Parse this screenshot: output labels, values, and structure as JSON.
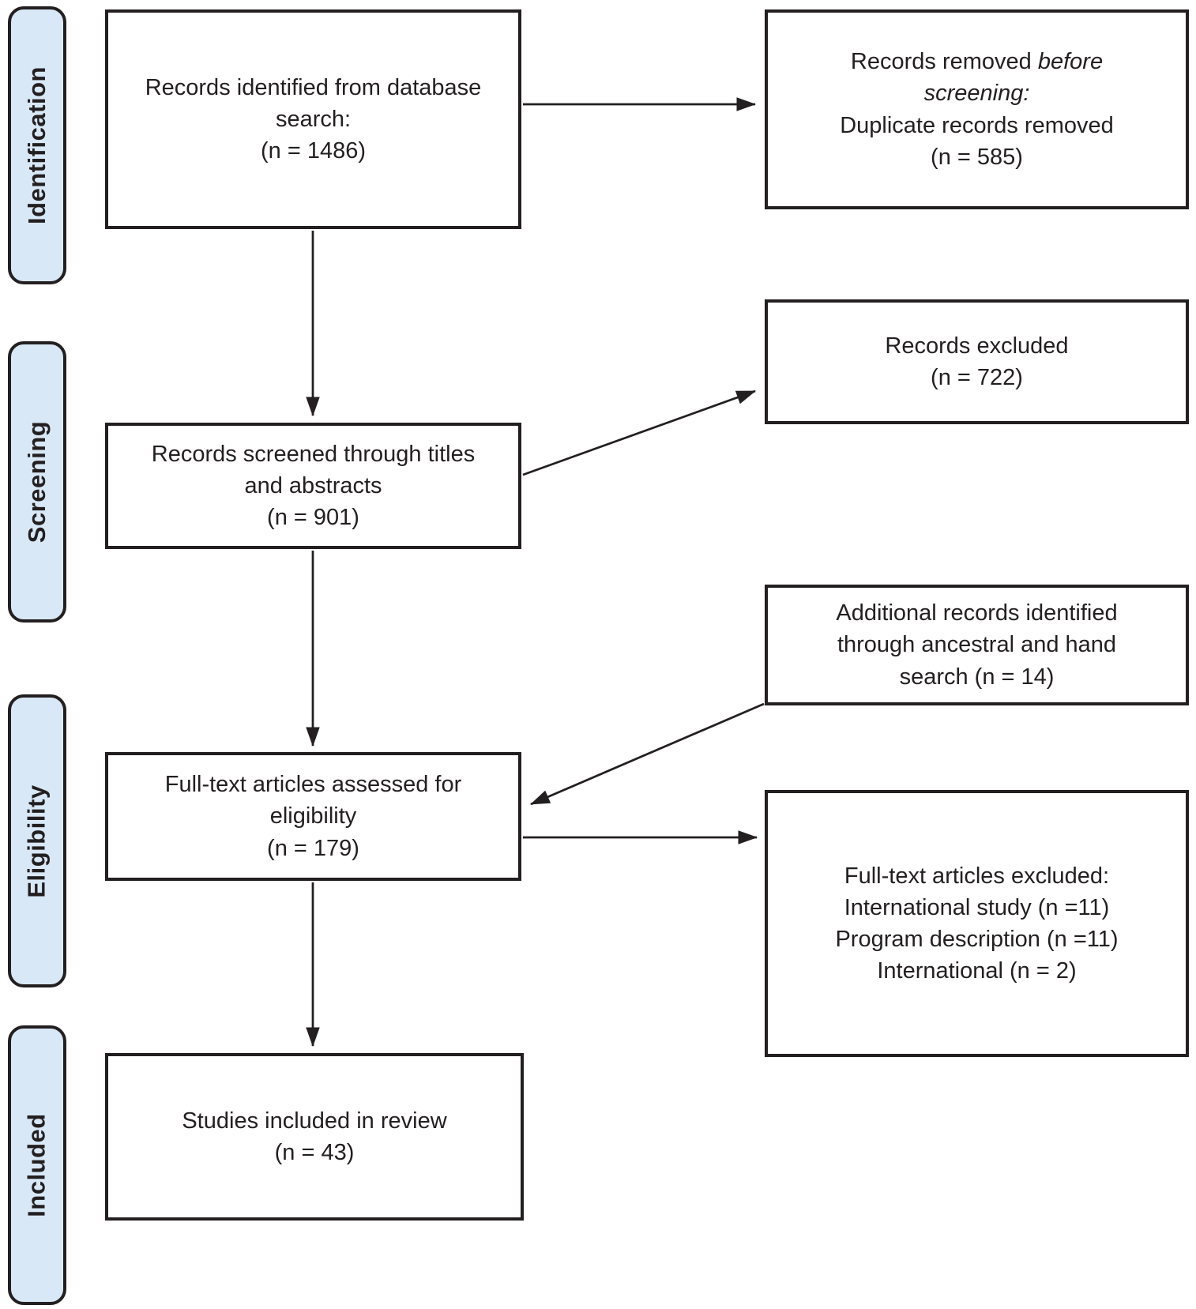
{
  "diagram": {
    "stages": [
      {
        "label": "Identification"
      },
      {
        "label": "Screening"
      },
      {
        "label": "Eligibility"
      },
      {
        "label": "Included"
      }
    ],
    "boxes": {
      "identified": {
        "lines": [
          "Records identified from database",
          "search:",
          "(n = 1486)"
        ]
      },
      "removed": {
        "line1_regular": "Records removed ",
        "line1_italic": "before",
        "line2_italic": "screening:",
        "line3": "Duplicate records removed",
        "line4": "(n = 585)"
      },
      "screened": {
        "lines": [
          "Records screened through titles",
          "and abstracts",
          "(n = 901)"
        ]
      },
      "records_excluded": {
        "lines": [
          "Records excluded",
          "(n = 722)"
        ]
      },
      "additional": {
        "lines": [
          "Additional records identified",
          "through ancestral and hand",
          "search (n = 14)"
        ]
      },
      "fulltext_assessed": {
        "lines": [
          "Full-text articles assessed for",
          "eligibility",
          "(n = 179)"
        ]
      },
      "fulltext_excluded": {
        "lines": [
          "Full-text articles excluded:",
          "International study (n =11)",
          "Program description (n =11)",
          "International (n = 2)"
        ]
      },
      "included_review": {
        "lines": [
          "Studies included in review",
          "(n = 43)"
        ]
      }
    },
    "colors": {
      "stage_fill": "#d9e8f6",
      "stroke": "#231f20",
      "box_fill": "#ffffff"
    }
  }
}
